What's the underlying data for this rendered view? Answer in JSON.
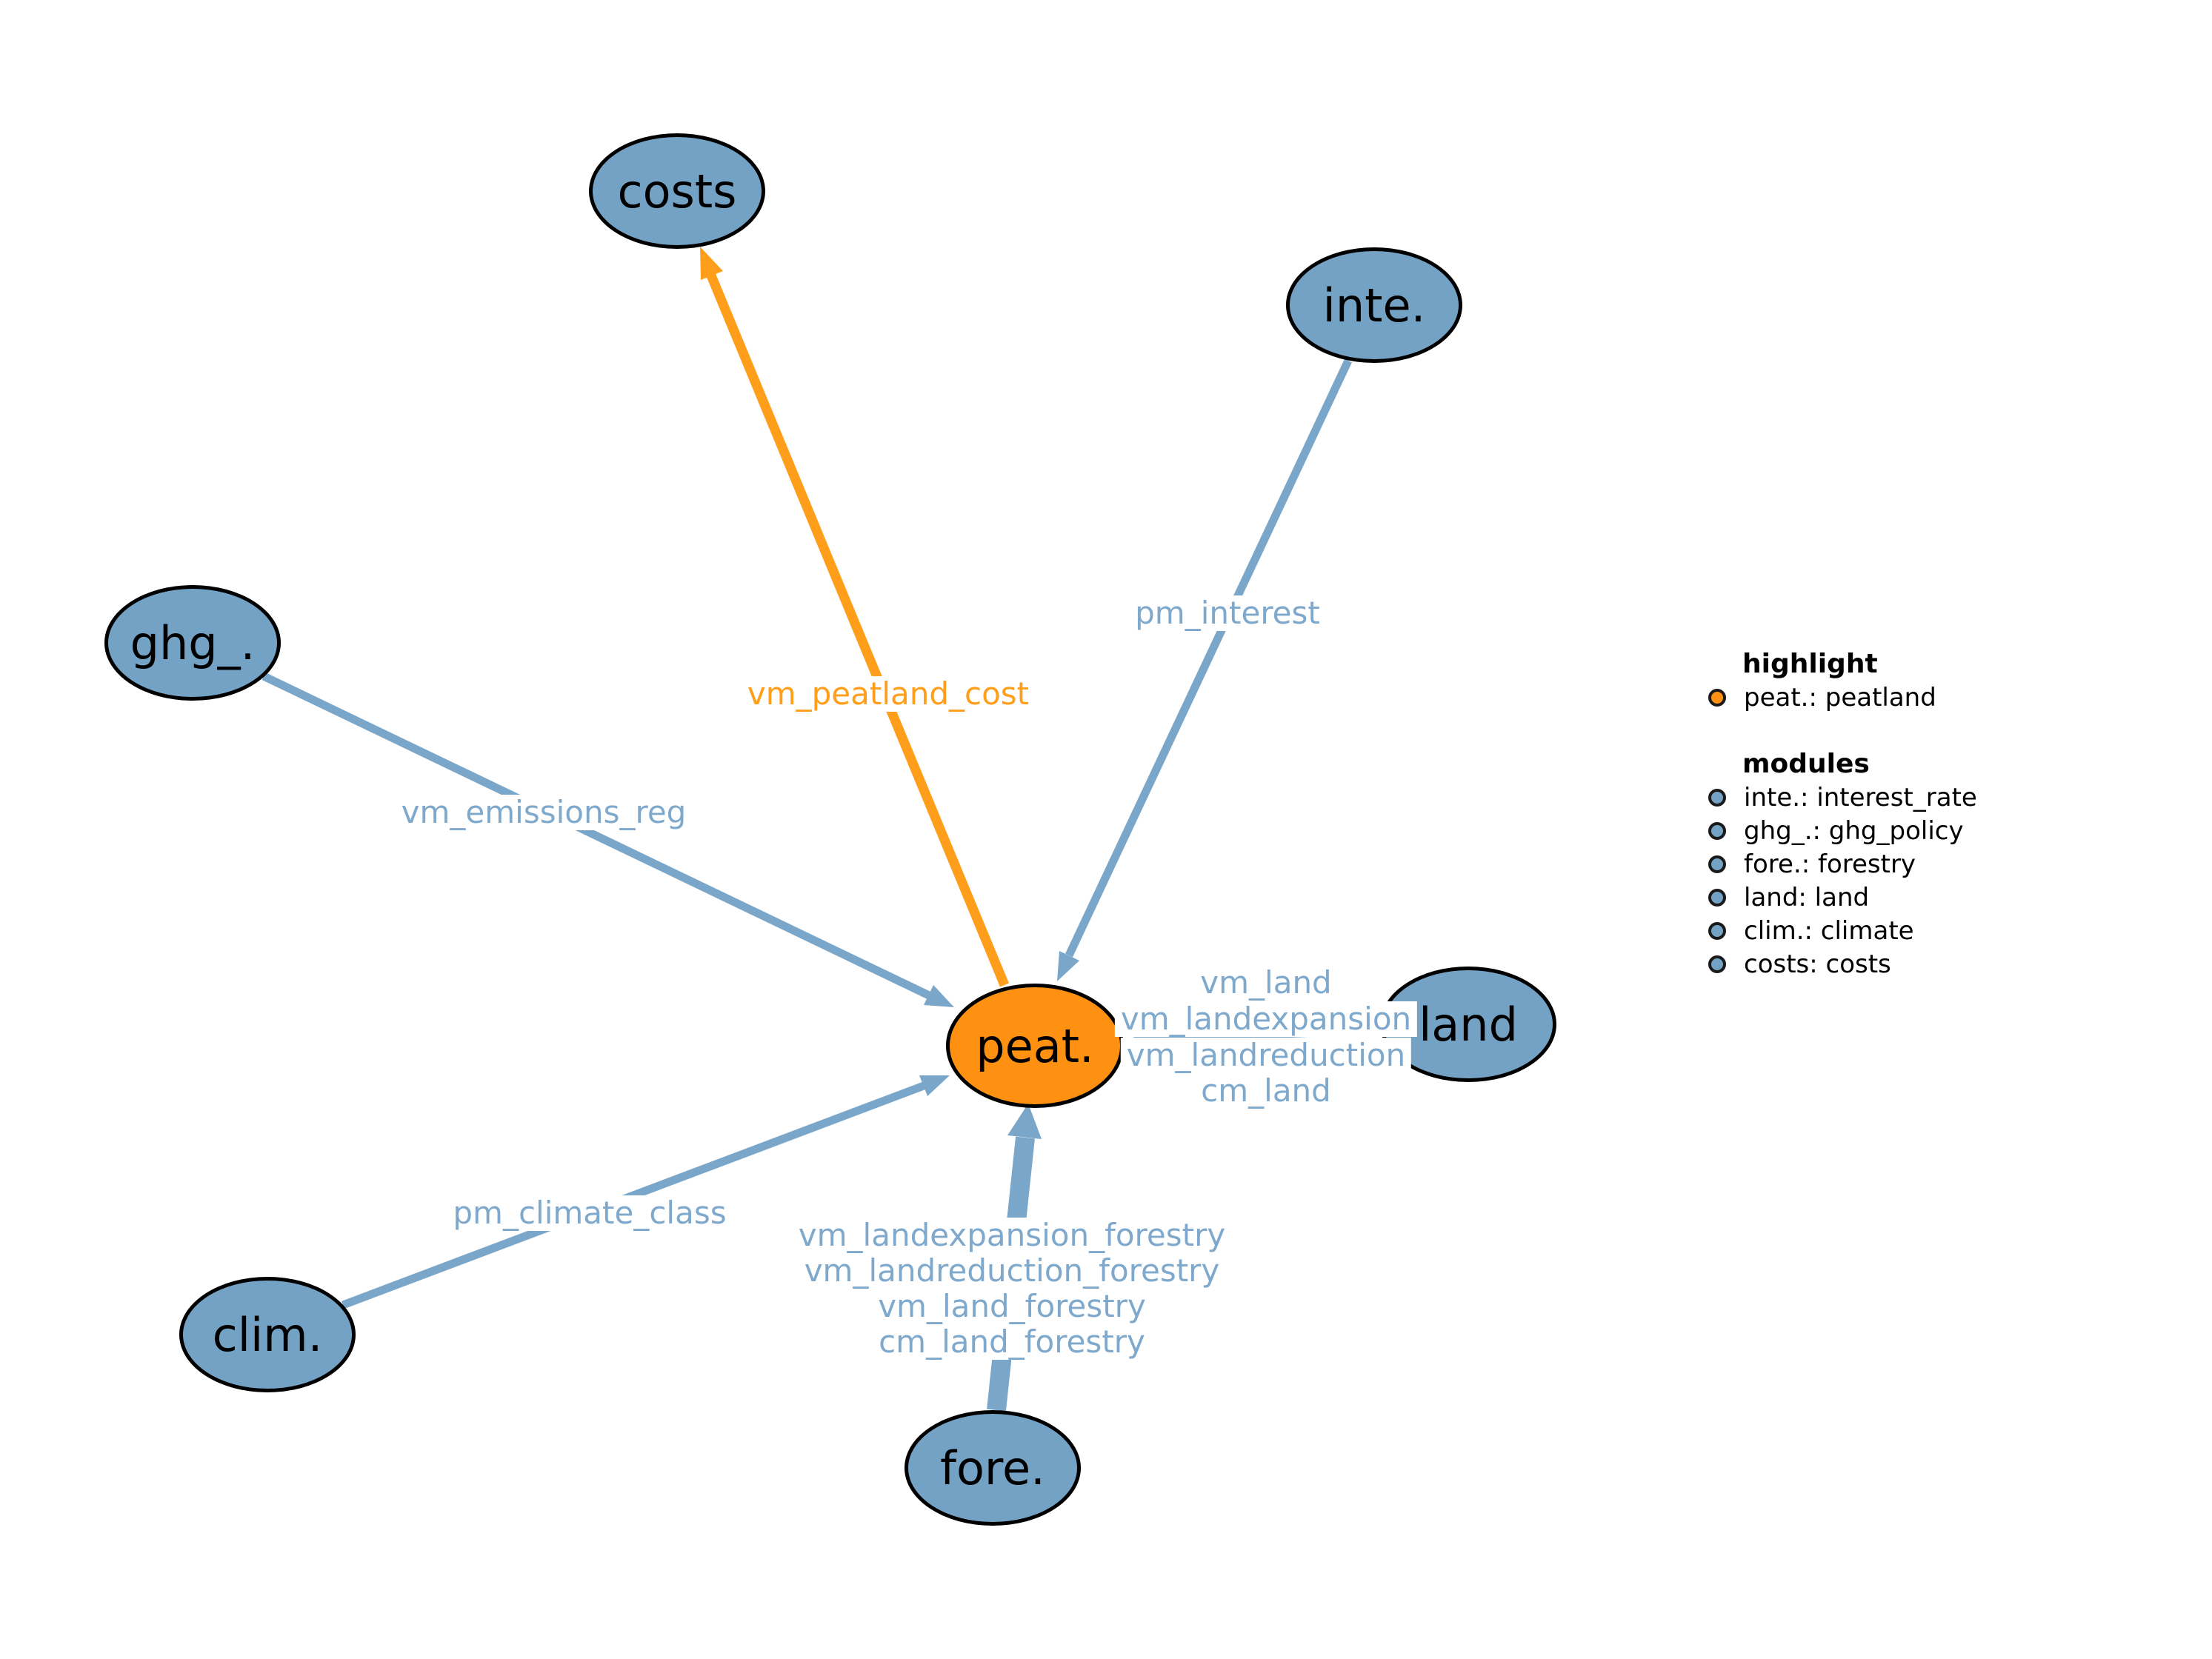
{
  "colors": {
    "node_blue": "#74A2C5",
    "node_orange": "#FF9112",
    "edge_blue": "#79A6C9",
    "edge_orange": "#FF9E1B",
    "label_blue": "#7FA9CC",
    "label_orange": "#FF9E1B",
    "node_outline": "#000000",
    "background": "#FFFFFF"
  },
  "nodes": [
    {
      "id": "peat",
      "label": "peat.",
      "module": "peatland",
      "highlight": true
    },
    {
      "id": "costs",
      "label": "costs",
      "module": "costs",
      "highlight": false
    },
    {
      "id": "inte",
      "label": "inte.",
      "module": "interest_rate",
      "highlight": false
    },
    {
      "id": "ghg",
      "label": "ghg_.",
      "module": "ghg_policy",
      "highlight": false
    },
    {
      "id": "land",
      "label": "land",
      "module": "land",
      "highlight": false
    },
    {
      "id": "clim",
      "label": "clim.",
      "module": "climate",
      "highlight": false
    },
    {
      "id": "fore",
      "label": "fore.",
      "module": "forestry",
      "highlight": false
    }
  ],
  "edges": [
    {
      "from": "peat",
      "to": "costs",
      "color": "orange",
      "label": "vm_peatland_cost"
    },
    {
      "from": "inte",
      "to": "peat",
      "color": "blue",
      "label": "pm_interest"
    },
    {
      "from": "ghg",
      "to": "peat",
      "color": "blue",
      "label": "vm_emissions_reg"
    },
    {
      "from": "land",
      "to": "peat",
      "color": "blue",
      "labels": [
        "vm_land",
        "vm_landexpansion",
        "vm_landreduction",
        "cm_land"
      ]
    },
    {
      "from": "clim",
      "to": "peat",
      "color": "blue",
      "label": "pm_climate_class"
    },
    {
      "from": "fore",
      "to": "peat",
      "color": "blue",
      "thick": true,
      "labels": [
        "vm_landexpansion_forestry",
        "vm_landreduction_forestry",
        "vm_land_forestry",
        "cm_land_forestry"
      ]
    }
  ],
  "legend": {
    "highlight_title": "highlight",
    "highlight_items": [
      "peat.: peatland"
    ],
    "modules_title": "modules",
    "modules_items": [
      "inte.: interest_rate",
      "ghg_.: ghg_policy",
      "fore.: forestry",
      "land: land",
      "clim.: climate",
      "costs: costs"
    ]
  }
}
